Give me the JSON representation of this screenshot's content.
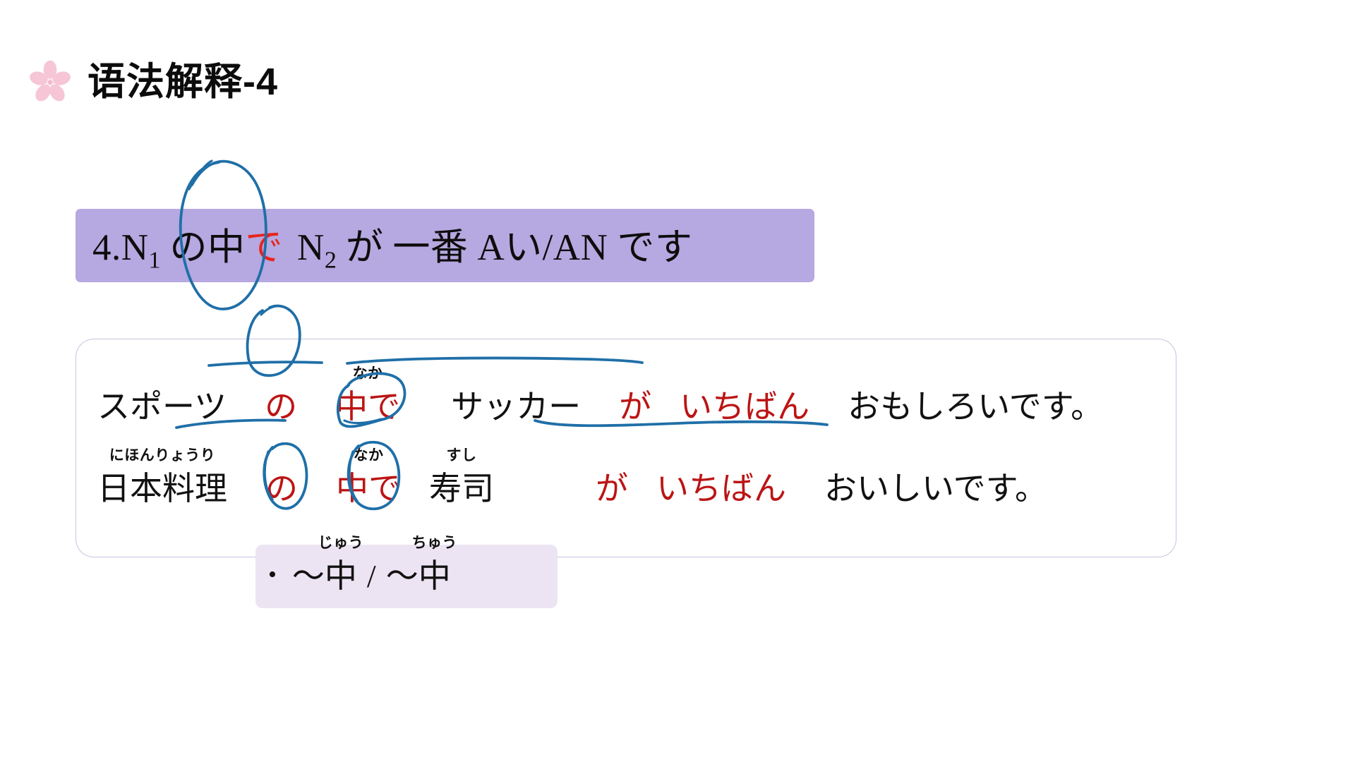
{
  "slide": {
    "background_color": "#ffffff",
    "title": "语法解释-4",
    "title_icon": "sakura-flower-icon",
    "accent_colors": {
      "banner_purple": "#b6a8e0",
      "note_lavender": "#ece4f2",
      "highlight_red": "#bc1414",
      "banner_red": "#e8241d",
      "ink_blue": "#1f6fa8",
      "sakura_pink": "#f4c3d2",
      "box_border": "#c9c3dd"
    }
  },
  "pattern_banner": {
    "number": "4.",
    "n1": "N",
    "n1_sub": "1",
    "particle_no": "の中",
    "particle_de": "で",
    "n2": "N",
    "n2_sub": "2",
    "ga": "が",
    "ichiban": "一番",
    "adjective": "Aい/AN",
    "desu": "です",
    "full_text": "4.N1 の中で N2 が 一番 Aい/AN です"
  },
  "examples": [
    {
      "id": "sentence-1",
      "segments": [
        {
          "text": "スポーツ",
          "color": "dark",
          "ruby": ""
        },
        {
          "text": "の",
          "color": "red",
          "ruby": ""
        },
        {
          "text": "中で",
          "color": "red",
          "ruby": "なか"
        },
        {
          "text": "サッカー",
          "color": "dark",
          "ruby": ""
        },
        {
          "text": "が",
          "color": "red",
          "ruby": ""
        },
        {
          "text": "いちばん",
          "color": "red",
          "ruby": ""
        },
        {
          "text": "おもしろいです。",
          "color": "dark",
          "ruby": ""
        }
      ],
      "full_text": "スポーツ の 中で サッカー が いちばん おもしろいです。"
    },
    {
      "id": "sentence-2",
      "segments": [
        {
          "text": "日本料理",
          "color": "dark",
          "ruby": "にほんりょうり"
        },
        {
          "text": "の",
          "color": "red",
          "ruby": ""
        },
        {
          "text": "中で",
          "color": "red",
          "ruby": "なか"
        },
        {
          "text": "寿司",
          "color": "dark",
          "ruby": "すし"
        },
        {
          "text": "が",
          "color": "red",
          "ruby": ""
        },
        {
          "text": "いちばん",
          "color": "red",
          "ruby": ""
        },
        {
          "text": "おいしいです。",
          "color": "dark",
          "ruby": ""
        }
      ],
      "full_text": "日本料理 の 中で 寿司 が いちばん おいしいです。"
    }
  ],
  "note": {
    "bullet": "•",
    "item_1_prefix": "〜",
    "item_1_kanji": "中",
    "item_1_ruby": "じゅう",
    "separator": "/",
    "item_2_prefix": "〜",
    "item_2_kanji": "中",
    "item_2_ruby": "ちゅう",
    "full_text": "• 〜中 / 〜中"
  },
  "annotations": {
    "ink_color": "#1f6fa8",
    "marks": [
      {
        "name": "circle-around-naka-de-in-banner",
        "kind": "ellipse"
      },
      {
        "name": "circle-around-naka-sentence-1",
        "kind": "ellipse"
      },
      {
        "name": "underline-sports-no",
        "kind": "underline"
      },
      {
        "name": "underline-soccer-ga-ichiban",
        "kind": "underline"
      },
      {
        "name": "circle-around-sushi",
        "kind": "ellipse"
      },
      {
        "name": "underline-nihonryouri-no",
        "kind": "underline"
      },
      {
        "name": "underline-ga-ichiban-oishii",
        "kind": "underline"
      },
      {
        "name": "circle-around-juu",
        "kind": "ellipse"
      },
      {
        "name": "circle-around-chuu",
        "kind": "ellipse"
      }
    ]
  }
}
